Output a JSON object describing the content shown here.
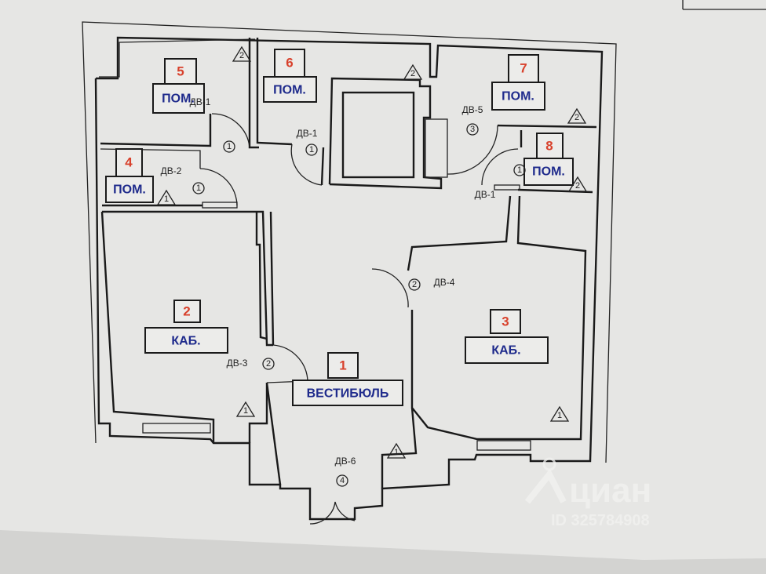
{
  "rooms": [
    {
      "number": "1",
      "label": "ВЕСТИБЮЛЬ"
    },
    {
      "number": "2",
      "label": "КАБ."
    },
    {
      "number": "3",
      "label": "КАБ."
    },
    {
      "number": "4",
      "label": "ПОМ."
    },
    {
      "number": "5",
      "label": "ПОМ."
    },
    {
      "number": "6",
      "label": "ПОМ."
    },
    {
      "number": "7",
      "label": "ПОМ."
    },
    {
      "number": "8",
      "label": "ПОМ."
    }
  ],
  "doors": [
    {
      "label": "ДВ-1",
      "type": "1"
    },
    {
      "label": "ДВ-1",
      "type": "1"
    },
    {
      "label": "ДВ-2",
      "type": "1"
    },
    {
      "label": "ДВ-5",
      "type": "3"
    },
    {
      "label": "ДВ-1",
      "type": "1"
    },
    {
      "label": "ДВ-4",
      "type": "2"
    },
    {
      "label": "ДВ-3",
      "type": "2"
    },
    {
      "label": "ДВ-6",
      "type": "4"
    }
  ],
  "triangle_marks": [
    "2",
    "2",
    "2",
    "2",
    "1",
    "1",
    "1",
    "1"
  ],
  "watermark": {
    "brand": "циан",
    "id": "ID 325784908"
  },
  "colors": {
    "room_number": "#d8412c",
    "room_label": "#1f2b8c",
    "paper": "#e6e6e4"
  }
}
